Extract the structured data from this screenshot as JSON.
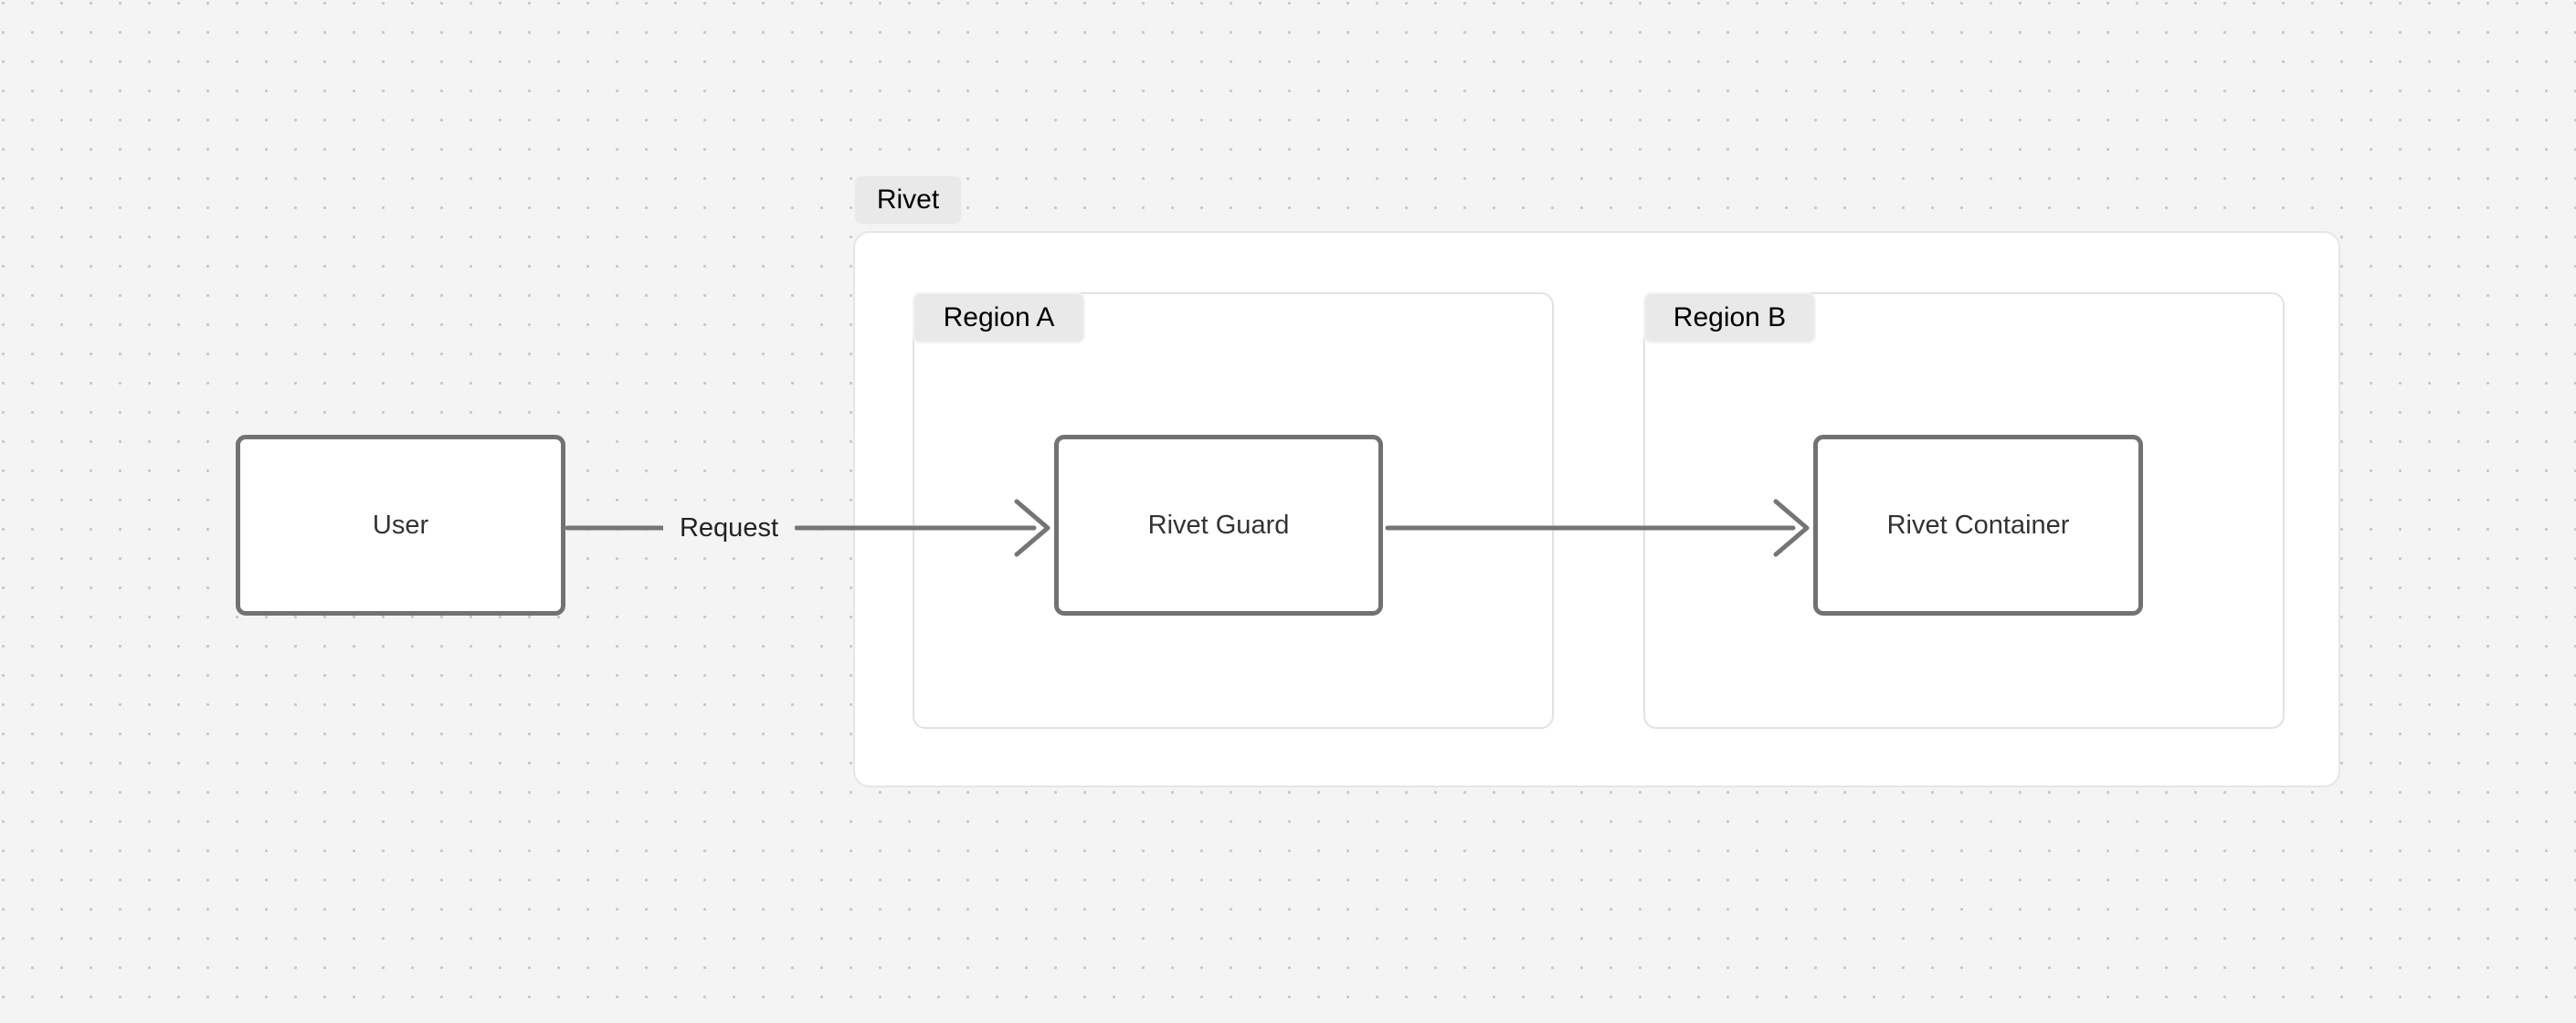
{
  "diagram": {
    "type": "flowchart",
    "direction": "left-to-right",
    "background_color": "#f4f4f4",
    "grid": "dot-grid",
    "clusters": [
      {
        "id": "rivet",
        "label": "Rivet",
        "fill": "#ffffff",
        "border_color": "#e6e6e6",
        "children": [
          "region_a",
          "region_b"
        ]
      },
      {
        "id": "region_a",
        "label": "Region A",
        "fill": "#ffffff",
        "border_color": "#e2e2e2",
        "children": [
          "rivet_guard"
        ]
      },
      {
        "id": "region_b",
        "label": "Region B",
        "fill": "#ffffff",
        "border_color": "#e2e2e2",
        "children": [
          "rivet_container"
        ]
      }
    ],
    "nodes": [
      {
        "id": "user",
        "label": "User",
        "shape": "rounded-rectangle",
        "fill": "#ffffff",
        "border_color": "#727272"
      },
      {
        "id": "rivet_guard",
        "label": "Rivet Guard",
        "shape": "rounded-rectangle",
        "fill": "#ffffff",
        "border_color": "#727272"
      },
      {
        "id": "rivet_container",
        "label": "Rivet Container",
        "shape": "rounded-rectangle",
        "fill": "#ffffff",
        "border_color": "#727272"
      }
    ],
    "edges": [
      {
        "id": "edge_user_guard",
        "from": "user",
        "to": "rivet_guard",
        "label": "Request",
        "arrowhead": "open-chevron",
        "color": "#757575"
      },
      {
        "id": "edge_guard_container",
        "from": "rivet_guard",
        "to": "rivet_container",
        "label": "",
        "arrowhead": "open-chevron",
        "color": "#757575"
      }
    ]
  }
}
